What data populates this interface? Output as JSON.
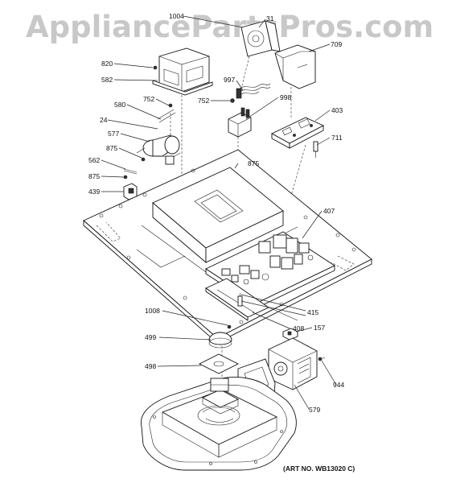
{
  "watermark": "AppliancePartsPros.com",
  "art_number": "(ART NO. WB13020 C)",
  "callouts": [
    {
      "id": "c1004",
      "label": "1004"
    },
    {
      "id": "c31",
      "label": "31"
    },
    {
      "id": "c709",
      "label": "709"
    },
    {
      "id": "c820",
      "label": "820"
    },
    {
      "id": "c582",
      "label": "582"
    },
    {
      "id": "c997",
      "label": "997"
    },
    {
      "id": "c752a",
      "label": "752"
    },
    {
      "id": "c752b",
      "label": "752"
    },
    {
      "id": "c998",
      "label": "998"
    },
    {
      "id": "c580",
      "label": "580"
    },
    {
      "id": "c403",
      "label": "403"
    },
    {
      "id": "c24",
      "label": "24"
    },
    {
      "id": "c577",
      "label": "577"
    },
    {
      "id": "c711",
      "label": "711"
    },
    {
      "id": "c875a",
      "label": "875"
    },
    {
      "id": "c875b",
      "label": "875"
    },
    {
      "id": "c562",
      "label": "562"
    },
    {
      "id": "c875c",
      "label": "875"
    },
    {
      "id": "c439",
      "label": "439"
    },
    {
      "id": "c407",
      "label": "407"
    },
    {
      "id": "c415",
      "label": "415"
    },
    {
      "id": "c408",
      "label": "408"
    },
    {
      "id": "c1008",
      "label": "1008"
    },
    {
      "id": "c157",
      "label": "157"
    },
    {
      "id": "c499",
      "label": "499"
    },
    {
      "id": "c498",
      "label": "498"
    },
    {
      "id": "c944",
      "label": "944"
    },
    {
      "id": "c579",
      "label": "579"
    }
  ]
}
